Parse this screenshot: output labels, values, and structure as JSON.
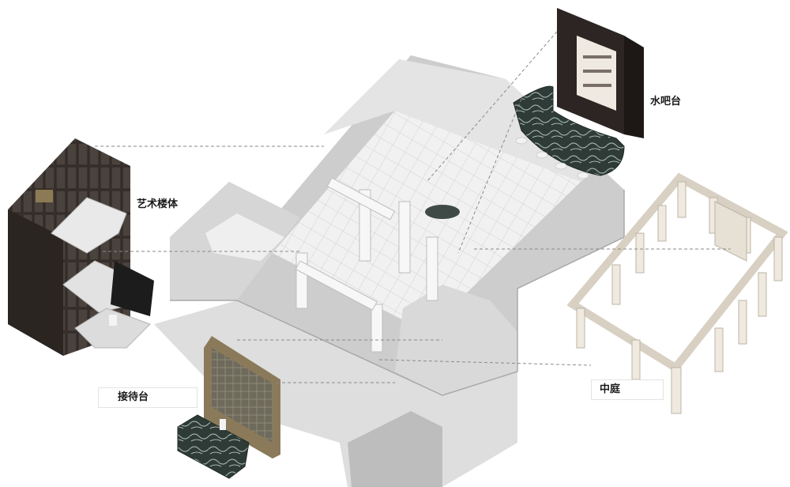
{
  "labels": {
    "water_bar": "水吧台",
    "art_stair": "艺术楼体",
    "courtyard": "中庭",
    "reception": "接待台"
  },
  "colors": {
    "plan_gray": "#c9c9c9",
    "plan_light": "#ececec",
    "dark_wood": "#3b3430",
    "marble_dark": "#2b3a36",
    "frame_beige": "#e9e2d4",
    "leader_line": "#8a8a8a"
  }
}
